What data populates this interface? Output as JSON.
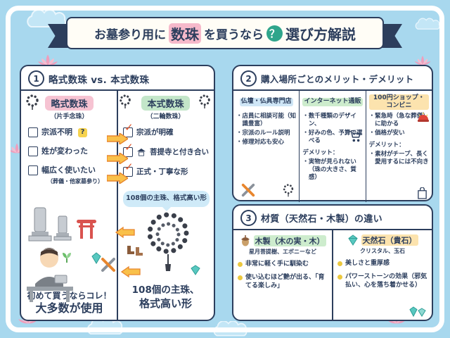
{
  "palette": {
    "background": "#a8d8ee",
    "navy": "#2c3e5d",
    "pink": "#f6b9ca",
    "green": "#c3e6c9",
    "yellow": "#f6d34f",
    "orange_arrow": "#f9c04a",
    "bubble_blue": "#cfeaf8",
    "check_orange": "#e2572b",
    "teal_badge": "#2fa58b"
  },
  "title": {
    "pre": "お墓参り用に",
    "highlight": "数珠",
    "mid": "を買うなら",
    "question": "？",
    "post": "選び方解説"
  },
  "icons": {
    "check": "✓",
    "question": "?"
  },
  "section1": {
    "number": "1",
    "title": "略式数珠 vs. 本式数珠",
    "left": {
      "name": "略式数珠",
      "sub": "（片手念珠）",
      "checklist": [
        "宗派不明",
        "姓が変わった",
        "幅広く使いたい"
      ],
      "checklist_note": "（葬儀・他家墓参り）",
      "footer_line1": "初めて買うならコレ！",
      "footer_line2": "大多数が使用"
    },
    "right": {
      "name": "本式数珠",
      "sub": "（二輪数珠）",
      "checklist": [
        "宗派が明確",
        "菩提寺と付き合い",
        "正式・丁寧な形"
      ],
      "bubble": "108個の主珠、格式高い形",
      "footer_line1": "108個の主珠、",
      "footer_line2": "格式高い形"
    }
  },
  "section2": {
    "number": "2",
    "title": "購入場所ごとのメリット・デメリット",
    "columns": [
      {
        "header": "仏壇・仏具専門店",
        "merits": [
          "店員に相談可能（知識豊富）",
          "宗派のルール説明",
          "修理対応も安心"
        ]
      },
      {
        "header": "インターネット通販",
        "merits": [
          "数千種類のデザイン、",
          "好みの色、予算で選べる"
        ],
        "demerit_label": "デメリット：",
        "demerits": [
          "実物が見られない（珠の大きさ、質感）"
        ]
      },
      {
        "header": "100円ショップ・コンビニ",
        "merits": [
          "緊急時（急な葬儀）に助かる",
          "価格が安い"
        ],
        "demerit_label": "デメリット：",
        "demerits": [
          "素材がチープ、長く愛用するには不向き"
        ]
      }
    ]
  },
  "section3": {
    "number": "3",
    "title": "材質（天然石・木製）の違い",
    "wood": {
      "header": "木製（木の実・木）",
      "sub": "星月菩提樹、エボニーなど",
      "points": [
        "非常に軽く手に馴染む",
        "使い込むほど艶が出る、「育てる楽しみ」"
      ]
    },
    "stone": {
      "header": "天然石（貴石）",
      "sub": "クリスタル、玉石",
      "points": [
        "美しさと重厚感",
        "パワーストーンの効果（邪気払い、心を落ち着かせる）"
      ]
    }
  }
}
